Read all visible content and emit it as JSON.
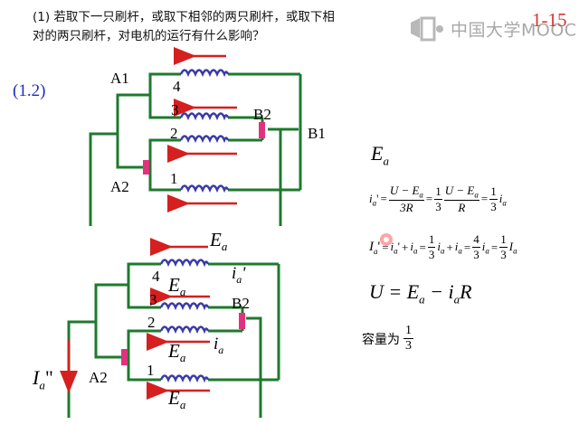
{
  "question": {
    "line1": "(1) 若取下一只刷杆，或取下相邻的两只刷杆，或取下相",
    "line2": "对的两只刷杆，对电机的运行有什么影响？"
  },
  "slide_number": "1-15",
  "watermark": {
    "text": "中国大学MOOC",
    "icon": "mooc-logo-icon"
  },
  "section_label": "(1.2)",
  "top_diagram": {
    "labels": {
      "a1": "A1",
      "a2": "A2",
      "b1": "B1",
      "b2": "B2"
    },
    "coils": [
      "4",
      "3",
      "2",
      "1"
    ]
  },
  "bottom_diagram": {
    "labels": {
      "a2": "A2",
      "b2": "B2",
      "ea": "E",
      "ea_sub": "a",
      "ia_prime": "i",
      "ia_prime_sub": "a",
      "ia_prime_mark": "'",
      "ia": "i",
      "ia_sub": "a",
      "Ia_dd": "I",
      "Ia_dd_sub": "a",
      "Ia_dd_mark": "\""
    },
    "coils": [
      "4",
      "3",
      "2",
      "1"
    ]
  },
  "formulas": {
    "ea": "E",
    "ea_sub": "a",
    "f1": {
      "lhs": "i",
      "lhs_sub": "a",
      "prime": "'",
      "frac1_num": "U − E",
      "frac1_num_sub": "a",
      "frac1_den": "3R",
      "frac2_num": "1",
      "frac2_den": "3",
      "frac3_num": "U − E",
      "frac3_num_sub": "a",
      "frac3_den": "R",
      "frac4_num": "1",
      "frac4_den": "3",
      "tail": "i",
      "tail_sub": "a"
    },
    "f2": {
      "lhs": "I",
      "lhs_sub": "a",
      "prime": "'",
      "eq": "=",
      "t1": "i",
      "t1_sub": "a",
      "t1_mark": "'",
      "plus": "+",
      "t2": "i",
      "t2_sub": "a",
      "fr1_num": "1",
      "fr1_den": "3",
      "t3": "i",
      "t3_sub": "a",
      "plus2": "+",
      "t4": "i",
      "t4_sub": "a",
      "fr2_num": "4",
      "fr2_den": "3",
      "t5": "i",
      "t5_sub": "a",
      "fr3_num": "1",
      "fr3_den": "3",
      "t6": "I",
      "t6_sub": "a"
    },
    "f3": {
      "text": "U = E",
      "sub": "a",
      "tail": " − i",
      "tail_sub": "a",
      "end": "R"
    },
    "capacity_label": "容量为",
    "capacity_num": "1",
    "capacity_den": "3"
  },
  "colors": {
    "wire": "#1e7a2e",
    "coil": "#3a3aa8",
    "arrow": "#d61f1f",
    "brush": "#e0327e",
    "section": "#1a2ec4"
  }
}
